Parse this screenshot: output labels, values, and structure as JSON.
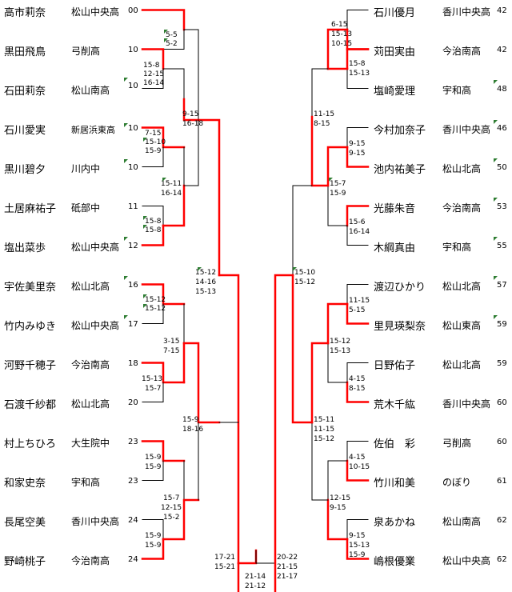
{
  "bracket": {
    "left_players": [
      {
        "name": "高市莉奈",
        "team": "松山中央高",
        "seed": "00"
      },
      {
        "name": "黒田飛鳥",
        "team": "弓削高",
        "seed": "10"
      },
      {
        "name": "石田莉奈",
        "team": "松山南高",
        "seed": "10"
      },
      {
        "name": "石川愛実",
        "team": "新居浜東高",
        "seed": "10"
      },
      {
        "name": "黒川碧夕",
        "team": "川内中",
        "seed": "10"
      },
      {
        "name": "土居麻祐子",
        "team": "砥部中",
        "seed": "11"
      },
      {
        "name": "塩出菜歩",
        "team": "松山中央高",
        "seed": "12"
      },
      {
        "name": "宇佐美里奈",
        "team": "松山北高",
        "seed": "16"
      },
      {
        "name": "竹内みゆき",
        "team": "松山中央高",
        "seed": "17"
      },
      {
        "name": "河野千穂子",
        "team": "今治南高",
        "seed": "18"
      },
      {
        "name": "石渡千紗都",
        "team": "松山北高",
        "seed": "20"
      },
      {
        "name": "村上ちひろ",
        "team": "大生院中",
        "seed": "23"
      },
      {
        "name": "和家史奈",
        "team": "宇和高",
        "seed": "23"
      },
      {
        "name": "長尾空美",
        "team": "香川中央高",
        "seed": "24"
      },
      {
        "name": "野崎桃子",
        "team": "今治南高",
        "seed": "24"
      }
    ],
    "right_players": [
      {
        "name": "石川優月",
        "team": "香川中央高",
        "seed": "42"
      },
      {
        "name": "苅田実由",
        "team": "今治南高",
        "seed": "42"
      },
      {
        "name": "塩崎愛理",
        "team": "宇和高",
        "seed": "48"
      },
      {
        "name": "今村加奈子",
        "team": "香川中央高",
        "seed": "46"
      },
      {
        "name": "池内祐美子",
        "team": "松山北高",
        "seed": "50"
      },
      {
        "name": "光藤朱音",
        "team": "今治南高",
        "seed": "53"
      },
      {
        "name": "木綱真由",
        "team": "宇和高",
        "seed": "55"
      },
      {
        "name": "渡辺ひかり",
        "team": "松山北高",
        "seed": "57"
      },
      {
        "name": "里見瑛梨奈",
        "team": "松山東高",
        "seed": "59"
      },
      {
        "name": "日野佑子",
        "team": "松山北高",
        "seed": "59"
      },
      {
        "name": "荒木千紘",
        "team": "香川中央高",
        "seed": "60"
      },
      {
        "name": "佐伯　彩",
        "team": "弓削高",
        "seed": "60"
      },
      {
        "name": "竹川和美",
        "team": "のぼり",
        "seed": "61"
      },
      {
        "name": "泉あかね",
        "team": "松山南高",
        "seed": "62"
      },
      {
        "name": "嶋根優業",
        "team": "松山中央高",
        "seed": "62"
      }
    ],
    "scores": {
      "l_r1_a": [
        "5-5",
        "5-2"
      ],
      "l_r1_b": [
        "15-8",
        "12-15",
        "16-14"
      ],
      "l_r1_c": [
        "7-15",
        "15-10",
        "15-9"
      ],
      "l_r1_d": [
        "15-8",
        "15-8"
      ],
      "l_r1_e": [
        "15-12",
        "15-12"
      ],
      "l_r1_f": [
        "15-13",
        "15-7"
      ],
      "l_r1_g": [
        "15-9",
        "15-9"
      ],
      "l_r1_h": [
        "15-9",
        "15-9"
      ],
      "l_r2_a": [
        "9-15",
        "16-18"
      ],
      "l_r2_b": [
        "15-11",
        "16-14"
      ],
      "l_r2_c": [
        "3-15",
        "7-15"
      ],
      "l_r2_d": [
        "15-7",
        "12-15",
        "15-2"
      ],
      "l_r3_a": [
        "15-12",
        "14-16",
        "15-13"
      ],
      "l_r3_b": [
        "15-9",
        "18-16"
      ],
      "f_left": [
        "17-21",
        "15-21"
      ],
      "f_bottom": [
        "21-14",
        "21-12"
      ],
      "f_right": [
        "20-22",
        "21-15",
        "21-17"
      ],
      "r_r1_a": [
        "6-15",
        "15-13",
        "10-15"
      ],
      "r_r1_b": [
        "15-8",
        "15-13"
      ],
      "r_r1_c": [
        "9-15",
        "9-15"
      ],
      "r_r1_d": [
        "15-6",
        "16-14"
      ],
      "r_r1_e": [
        "11-15",
        "5-15"
      ],
      "r_r1_f": [
        "4-15",
        "8-15"
      ],
      "r_r1_g": [
        "4-15",
        "10-15"
      ],
      "r_r1_h": [
        "9-15",
        "15-13",
        "15-9"
      ],
      "r_r2_a": [
        "11-15",
        "8-15"
      ],
      "r_r2_b": [
        "15-7",
        "15-9"
      ],
      "r_r2_c": [
        "15-12",
        "15-13"
      ],
      "r_r2_d": [
        "12-15",
        "9-15"
      ],
      "r_r3_a": [
        "15-10",
        "15-12"
      ],
      "r_r3_b": [
        "15-11",
        "11-15",
        "15-12"
      ]
    },
    "colors": {
      "winner": "#ff0000",
      "line": "#000000",
      "flag": "#2e7d32"
    }
  }
}
